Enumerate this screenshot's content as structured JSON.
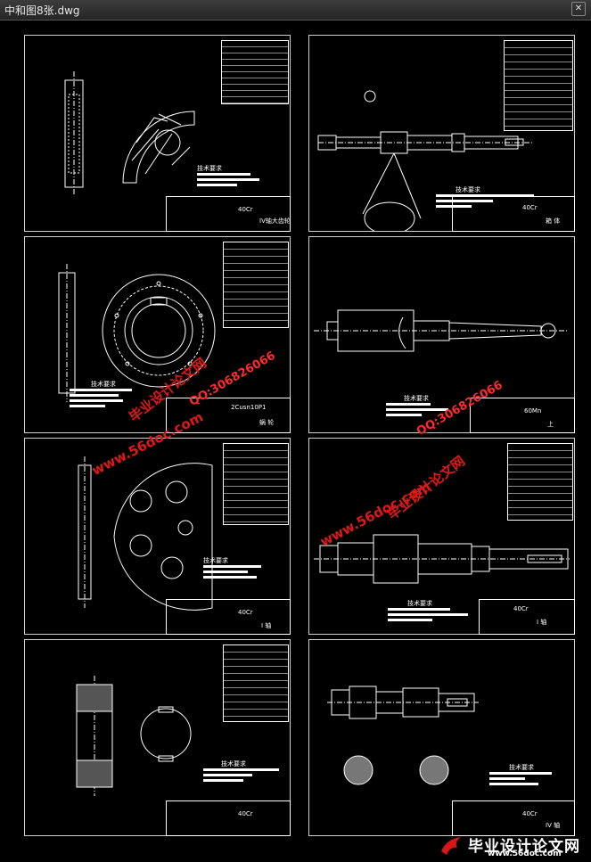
{
  "window": {
    "title": "中和图8张.dwg"
  },
  "sheets": [
    {
      "material": "40Cr",
      "name": "IV轴大齿轮",
      "notes_title": "技术要求"
    },
    {
      "material": "40Cr",
      "name": "箱 体",
      "notes_title": "技术要求"
    },
    {
      "material": "2Cusn10P1",
      "name": "蜗 轮",
      "notes_title": "技术要求"
    },
    {
      "material": "60Mn",
      "name": "上",
      "notes_title": "技术要求"
    },
    {
      "material": "40Cr",
      "name": "I 轴",
      "notes_title": "技术要求"
    },
    {
      "material": "40Cr",
      "name": "I 轴",
      "notes_title": "技术要求"
    },
    {
      "material": "40Cr",
      "name": "",
      "notes_title": "技术要求"
    },
    {
      "material": "40Cr",
      "name": "IV 轴",
      "notes_title": "技术要求"
    }
  ],
  "watermark": {
    "cn": "毕业设计论文网",
    "url": "www.56doc.com",
    "qq": "QQ:306826066"
  },
  "footer": {
    "brand": "毕业设计论文网",
    "site": "www.56doc.com"
  },
  "colors": {
    "background": "#000000",
    "lines": "#ffffff",
    "watermark": "#e01818"
  }
}
